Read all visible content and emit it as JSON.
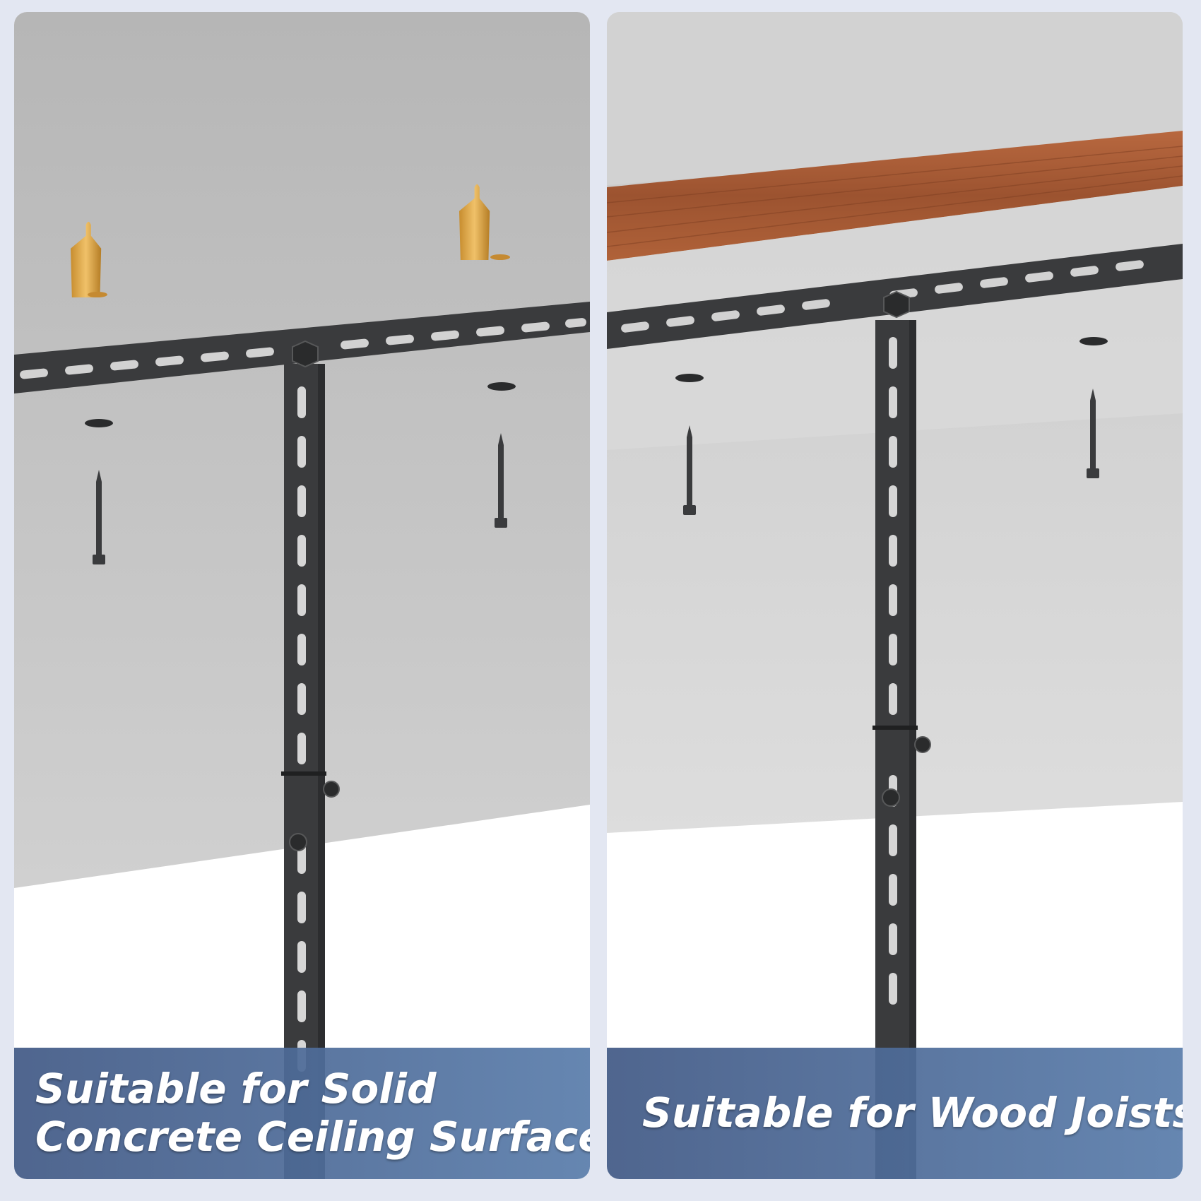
{
  "panels": {
    "left": {
      "caption_line1": "Suitable for Solid",
      "caption_line2": "Concrete Ceiling Surfaces"
    },
    "right": {
      "caption": "Suitable for Wood Joists"
    }
  },
  "colors": {
    "page_background": "#e3e7f2",
    "ceiling_grey": "#c4c4c4",
    "metal_black": "#3a3b3d",
    "anchor_yellow": "#e0aa4a",
    "wood_joist": "#a55a35",
    "caption_bar_start": "#425a86",
    "caption_bar_end": "#5a7dab"
  }
}
